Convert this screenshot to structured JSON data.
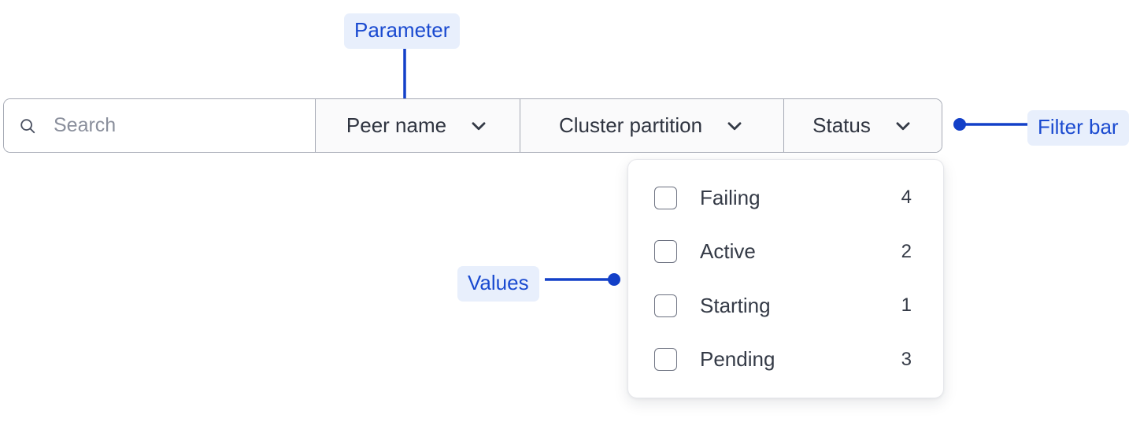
{
  "filter_bar": {
    "search": {
      "icon": "search-icon",
      "placeholder": "Search",
      "value": ""
    },
    "filters": [
      {
        "label": "Peer name",
        "icon": "chevron-down-icon"
      },
      {
        "label": "Cluster partition",
        "icon": "chevron-down-icon"
      },
      {
        "label": "Status",
        "icon": "chevron-down-icon"
      }
    ]
  },
  "dropdown": {
    "options": [
      {
        "label": "Failing",
        "count": "4",
        "checked": false
      },
      {
        "label": "Active",
        "count": "2",
        "checked": false
      },
      {
        "label": "Starting",
        "count": "1",
        "checked": false
      },
      {
        "label": "Pending",
        "count": "3",
        "checked": false
      }
    ]
  },
  "annotations": [
    {
      "label": "Parameter"
    },
    {
      "label": "Values"
    },
    {
      "label": "Filter bar"
    }
  ],
  "colors": {
    "annotation_text": "#1a4ad0",
    "annotation_bg": "#e8effc",
    "connector": "#1340c8",
    "bar_border": "#a5a9b4",
    "text": "#2f3440",
    "placeholder": "#8a8f9c"
  }
}
